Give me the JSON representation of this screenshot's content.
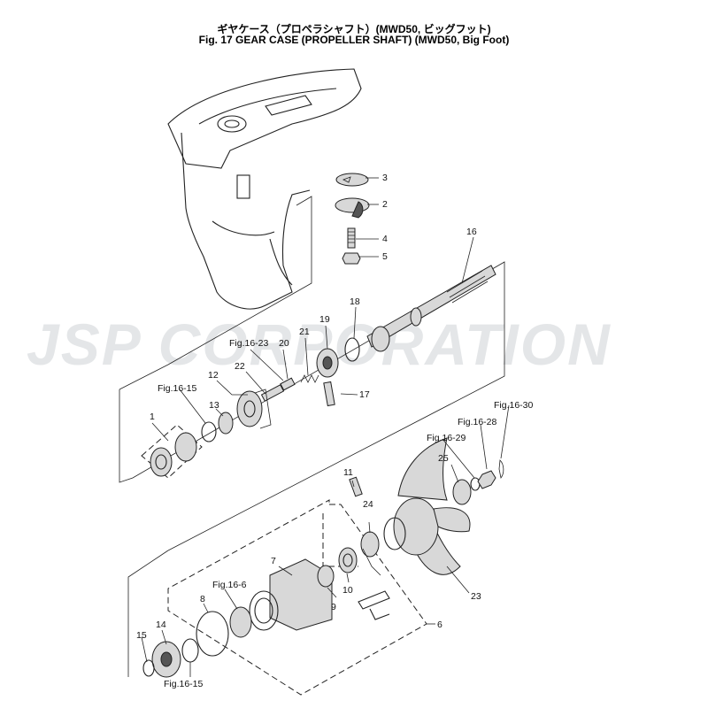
{
  "header": {
    "title_jp": "ギヤケース（プロペラシャフト）(MWD50, ビッグフット)",
    "title_en": "Fig. 17   GEAR CASE (PROPELLER SHAFT) (MWD50, Big Foot)"
  },
  "watermark": "JSP CORPORATION",
  "callouts": {
    "c1": "1",
    "c2": "2",
    "c3": "3",
    "c4": "4",
    "c5": "5",
    "c6": "6",
    "c7": "7",
    "c8": "8",
    "c9": "9",
    "c10": "10",
    "c11": "11",
    "c12": "12",
    "c13": "13",
    "c14": "14",
    "c15": "15",
    "c16": "16",
    "c17": "17",
    "c18": "18",
    "c19": "19",
    "c20": "20",
    "c21": "21",
    "c22": "22",
    "c23": "23",
    "c24": "24",
    "c25": "25",
    "fig1623": "Fig.16-23",
    "fig1615a": "Fig.16-15",
    "fig166": "Fig.16-6",
    "fig1615b": "Fig.16-15",
    "fig1629": "Fig.16-29",
    "fig1628": "Fig.16-28",
    "fig1630": "Fig.16-30"
  }
}
